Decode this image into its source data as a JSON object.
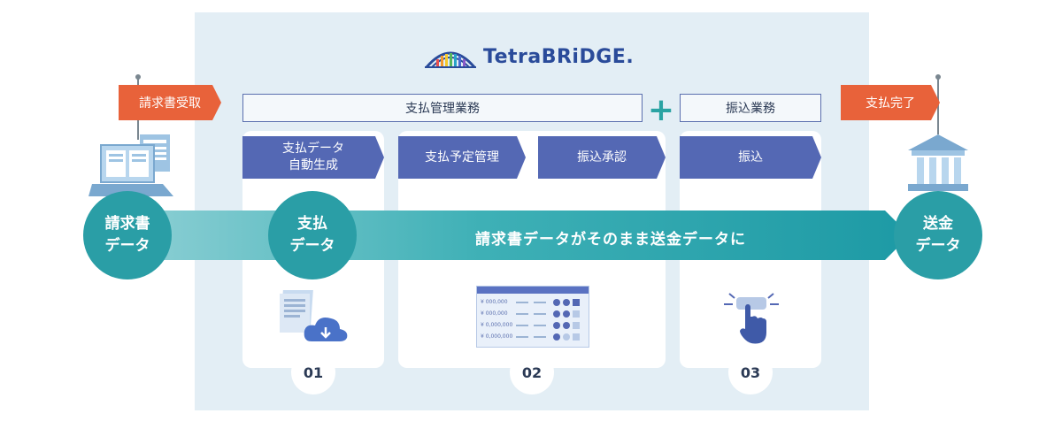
{
  "brand": {
    "name": "TetraBRiDGE."
  },
  "sections": {
    "payment_management": "支払管理業務",
    "transfer_business": "振込業務"
  },
  "flags": {
    "start": "請求書受取",
    "end": "支払完了"
  },
  "steps": [
    {
      "label": "支払データ\n自動生成"
    },
    {
      "label": "支払予定管理"
    },
    {
      "label": "振込承認"
    },
    {
      "label": "振込"
    }
  ],
  "circles": {
    "invoice": "請求書\nデータ",
    "payment": "支払\nデータ",
    "remit": "送金\nデータ"
  },
  "flow_text": "請求書データがそのまま送金データに",
  "numbers": [
    "01",
    "02",
    "03"
  ],
  "table_rows": [
    {
      "amount": "¥ 000,000"
    },
    {
      "amount": "¥ 000,000"
    },
    {
      "amount": "¥ 0,000,000"
    },
    {
      "amount": "¥ 0,000,000"
    }
  ],
  "colors": {
    "panel": "#e3eef5",
    "chevron": "#5468b4",
    "flag": "#e8623a",
    "teal": "#2a9ea6"
  }
}
